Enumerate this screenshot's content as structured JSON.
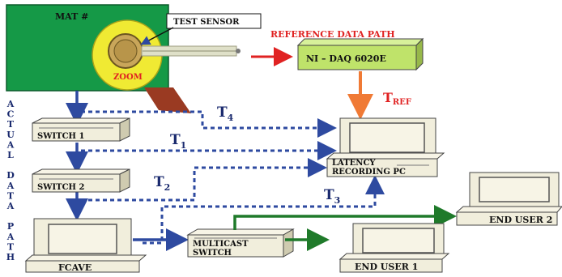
{
  "mat": {
    "label": "MAT #"
  },
  "sensor": {
    "label": "TEST SENSOR",
    "zoom_label": "ZOOM"
  },
  "reference": {
    "label": "REFERENCE DATA PATH",
    "daq_label": "NI – DAQ 6020E"
  },
  "actual_path_label": [
    "A",
    "C",
    "T",
    "U",
    "A",
    "L",
    "",
    "D",
    "A",
    "T",
    "A",
    "",
    "P",
    "A",
    "T",
    "H"
  ],
  "switches": {
    "switch1": "SWITCH 1",
    "switch2": "SWITCH 2",
    "multicast_line1": "MULTICAST",
    "multicast_line2": "SWITCH"
  },
  "computers": {
    "fcave": "FCAVE",
    "latency_line1": "LATENCY",
    "latency_line2": "RECORDING PC",
    "end_user_1": "END USER 1",
    "end_user_2": "END USER 2"
  },
  "timing": {
    "t_ref_base": "T",
    "t_ref_sub": "REF",
    "t4": "4",
    "t1": "1",
    "t2": "2",
    "t3": "3",
    "t": "T"
  },
  "colors": {
    "mat_green": "#159947",
    "zoom_yellow": "#f0ea33",
    "blue_path": "#2e4aa0",
    "ref_red": "#e02222",
    "ref_text": "#e02222",
    "t_ref_orange": "#f07a35",
    "end_user_green": "#1f7a2a",
    "device_fill": "#f1eedc",
    "daq_green": "#bfe36a",
    "title_navy": "#1a2a6e"
  }
}
